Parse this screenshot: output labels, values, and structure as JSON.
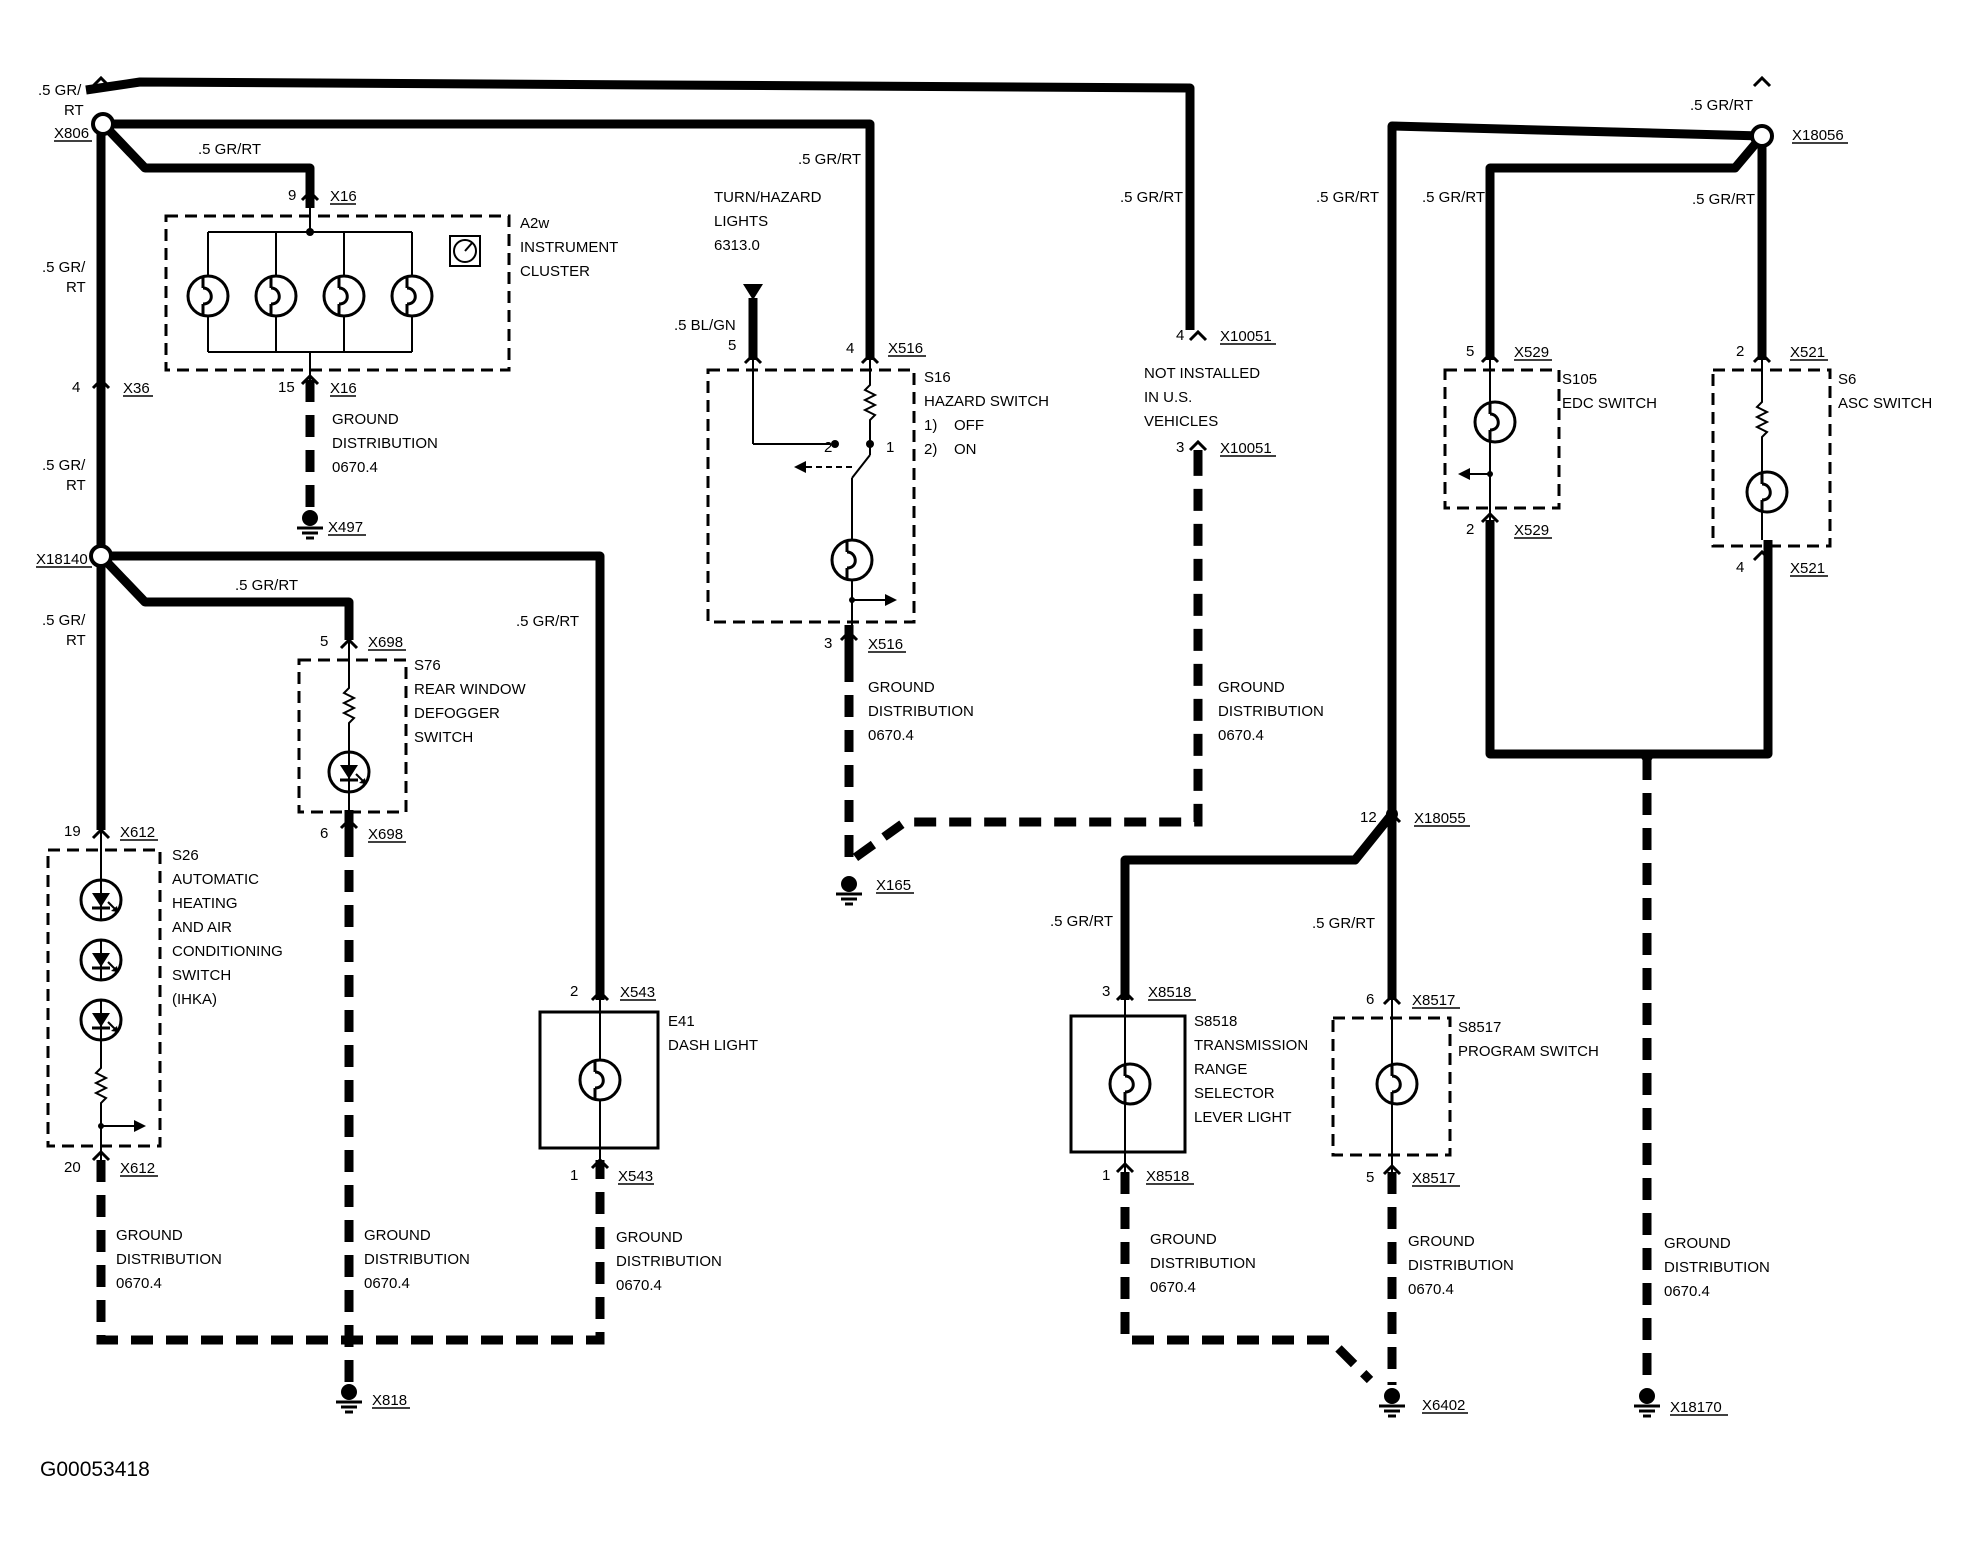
{
  "figure_id": "G00053418",
  "wire_spec": ".5 GR/RT",
  "wire_spec_split": [
    ".5 GR/",
    "RT"
  ],
  "wire_spec_bl": ".5 BL/GN",
  "ground_dist": [
    "GROUND",
    "DISTRIBUTION",
    "0670.4"
  ],
  "connectors": {
    "x806": "X806",
    "x16": "X16",
    "x36": "X36",
    "x497": "X497",
    "x18140": "X18140",
    "x698": "X698",
    "x612": "X612",
    "x543": "X543",
    "x818": "X818",
    "x516": "X516",
    "x165": "X165",
    "x10051": "X10051",
    "x18056": "X18056",
    "x529": "X529",
    "x521": "X521",
    "x18055": "X18055",
    "x8518": "X8518",
    "x8517": "X8517",
    "x6402": "X6402",
    "x18170": "X18170"
  },
  "pins": {
    "p9": "9",
    "p15": "15",
    "p4": "4",
    "p19": "19",
    "p20": "20",
    "p5": "5",
    "p6": "6",
    "p2": "2",
    "p1": "1",
    "p3": "3",
    "p12": "12"
  },
  "components": {
    "a2w": [
      "A2w",
      "INSTRUMENT",
      "CLUSTER"
    ],
    "turn": [
      "TURN/HAZARD",
      "LIGHTS",
      "6313.0"
    ],
    "s16": [
      "S16",
      "HAZARD SWITCH"
    ],
    "s16_states": [
      "1)",
      "OFF",
      "2)",
      "ON"
    ],
    "not_installed": [
      "NOT INSTALLED",
      "IN U.S.",
      "VEHICLES"
    ],
    "s76": [
      "S76",
      "REAR WINDOW",
      "DEFOGGER",
      "SWITCH"
    ],
    "s26": [
      "S26",
      "AUTOMATIC",
      "HEATING",
      "AND AIR",
      "CONDITIONING",
      "SWITCH",
      "(IHKA)"
    ],
    "e41": [
      "E41",
      "DASH LIGHT"
    ],
    "s105": [
      "S105",
      "EDC SWITCH"
    ],
    "s6": [
      "S6",
      "ASC SWITCH"
    ],
    "s8518": [
      "S8518",
      "TRANSMISSION",
      "RANGE",
      "SELECTOR",
      "LEVER LIGHT"
    ],
    "s8517": [
      "S8517",
      "PROGRAM SWITCH"
    ]
  }
}
